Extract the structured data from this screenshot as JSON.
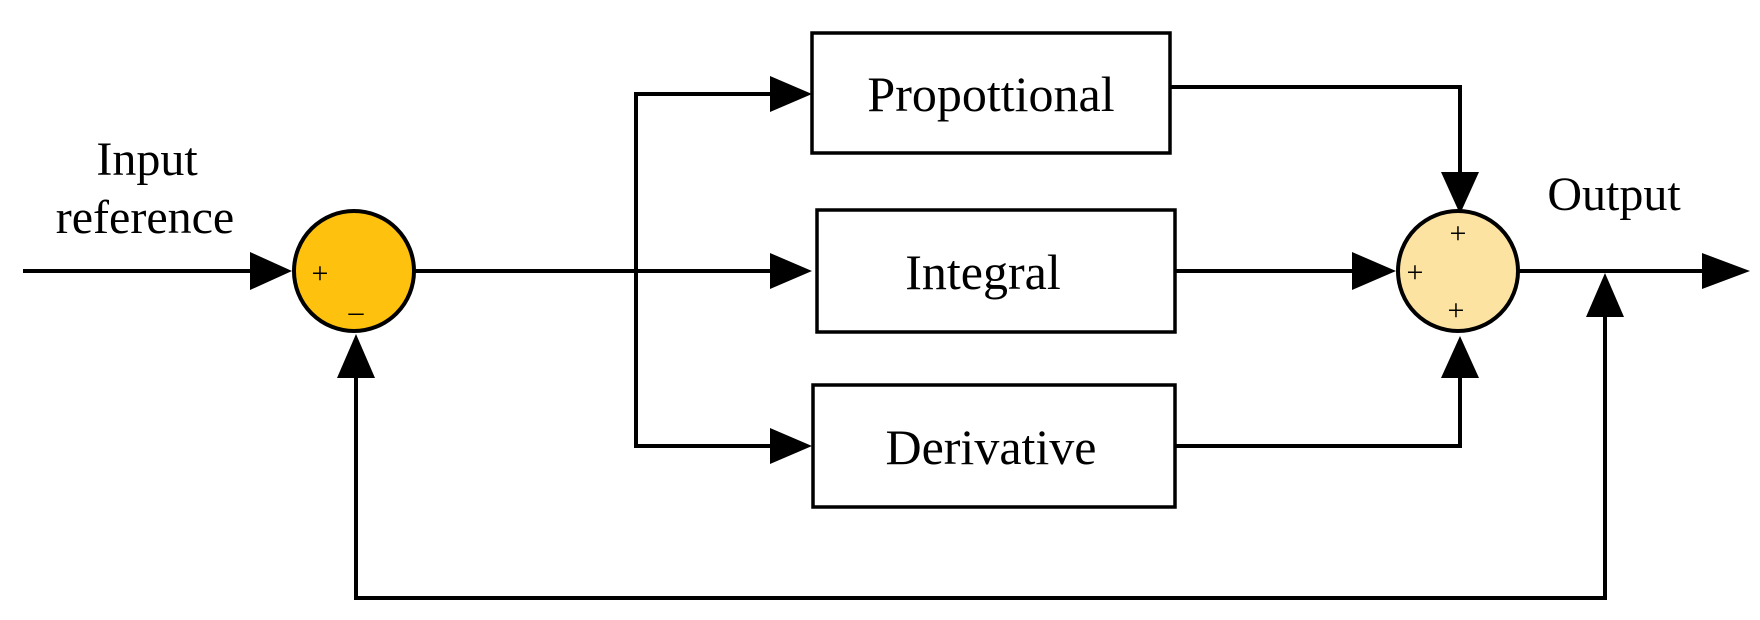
{
  "input_label": {
    "line1": "Input",
    "line2": "reference"
  },
  "output_label": "Output",
  "blocks": {
    "proportional": "Propottional",
    "integral": "Integral",
    "derivative": "Derivative"
  },
  "error_junction": {
    "fill": "#FDC10E",
    "signs": {
      "plus": "+",
      "minus": "–"
    }
  },
  "sum_junction": {
    "fill": "#FCE3A2",
    "signs": {
      "top": "+",
      "left": "+",
      "bottom": "+"
    }
  },
  "line_color": "#000000"
}
